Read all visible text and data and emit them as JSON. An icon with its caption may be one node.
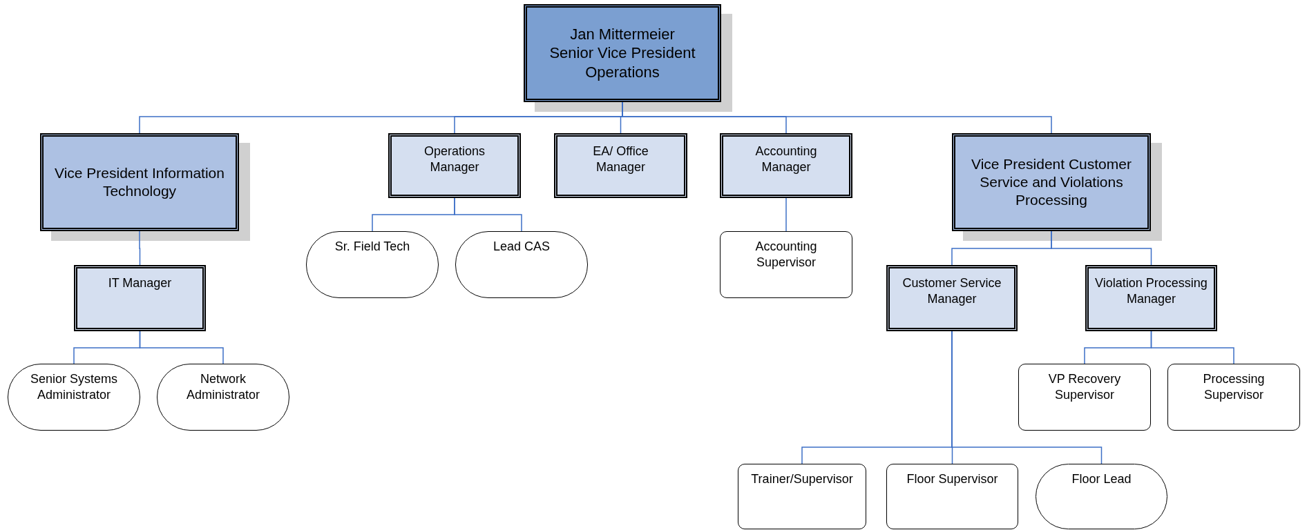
{
  "diagram": {
    "nodes": [
      {
        "text": [
          "Jan Mittermeier",
          "Senior Vice President Operations"
        ]
      },
      {
        "text": [
          "Vice President Information Technology"
        ]
      },
      {
        "text": [
          "Operations Manager"
        ]
      },
      {
        "text": [
          "EA/ Office Manager"
        ]
      },
      {
        "text": [
          "Accounting Manager"
        ]
      },
      {
        "text": [
          "Vice President Customer Service and Violations Processing"
        ]
      },
      {
        "text": [
          "IT Manager"
        ]
      },
      {
        "text": [
          "Sr. Field Tech"
        ]
      },
      {
        "text": [
          "Lead CAS"
        ]
      },
      {
        "text": [
          "Accounting Supervisor"
        ]
      },
      {
        "text": [
          "Customer Service Manager"
        ]
      },
      {
        "text": [
          "Violation Processing Manager"
        ]
      },
      {
        "text": [
          "Senior Systems Administrator"
        ]
      },
      {
        "text": [
          "Network Administrator"
        ]
      },
      {
        "text": [
          "VP Recovery Supervisor"
        ]
      },
      {
        "text": [
          "Processing Supervisor"
        ]
      },
      {
        "text": [
          "Trainer/Supervisor"
        ]
      },
      {
        "text": [
          "Floor Supervisor"
        ]
      },
      {
        "text": [
          "Floor Lead"
        ]
      }
    ],
    "edges": [
      {
        "from": 0,
        "to": 1,
        "arrow": "none"
      },
      {
        "from": 0,
        "to": 2,
        "arrow": "none"
      },
      {
        "from": 0,
        "to": 3,
        "arrow": "none"
      },
      {
        "from": 0,
        "to": 4,
        "arrow": "none"
      },
      {
        "from": 0,
        "to": 5,
        "arrow": "none"
      },
      {
        "from": 1,
        "to": 6,
        "arrow": "none"
      },
      {
        "from": 2,
        "to": 7,
        "arrow": "none"
      },
      {
        "from": 2,
        "to": 8,
        "arrow": "none"
      },
      {
        "from": 4,
        "to": 9,
        "arrow": "none"
      },
      {
        "from": 5,
        "to": 10,
        "arrow": "none"
      },
      {
        "from": 5,
        "to": 11,
        "arrow": "none"
      },
      {
        "from": 6,
        "to": 12,
        "arrow": "none"
      },
      {
        "from": 6,
        "to": 13,
        "arrow": "none"
      },
      {
        "from": 11,
        "to": 14,
        "arrow": "none"
      },
      {
        "from": 11,
        "to": 15,
        "arrow": "none"
      },
      {
        "from": 10,
        "to": 16,
        "arrow": "none"
      },
      {
        "from": 10,
        "to": 17,
        "arrow": "none"
      },
      {
        "from": 10,
        "to": 18,
        "arrow": "none"
      }
    ]
  }
}
